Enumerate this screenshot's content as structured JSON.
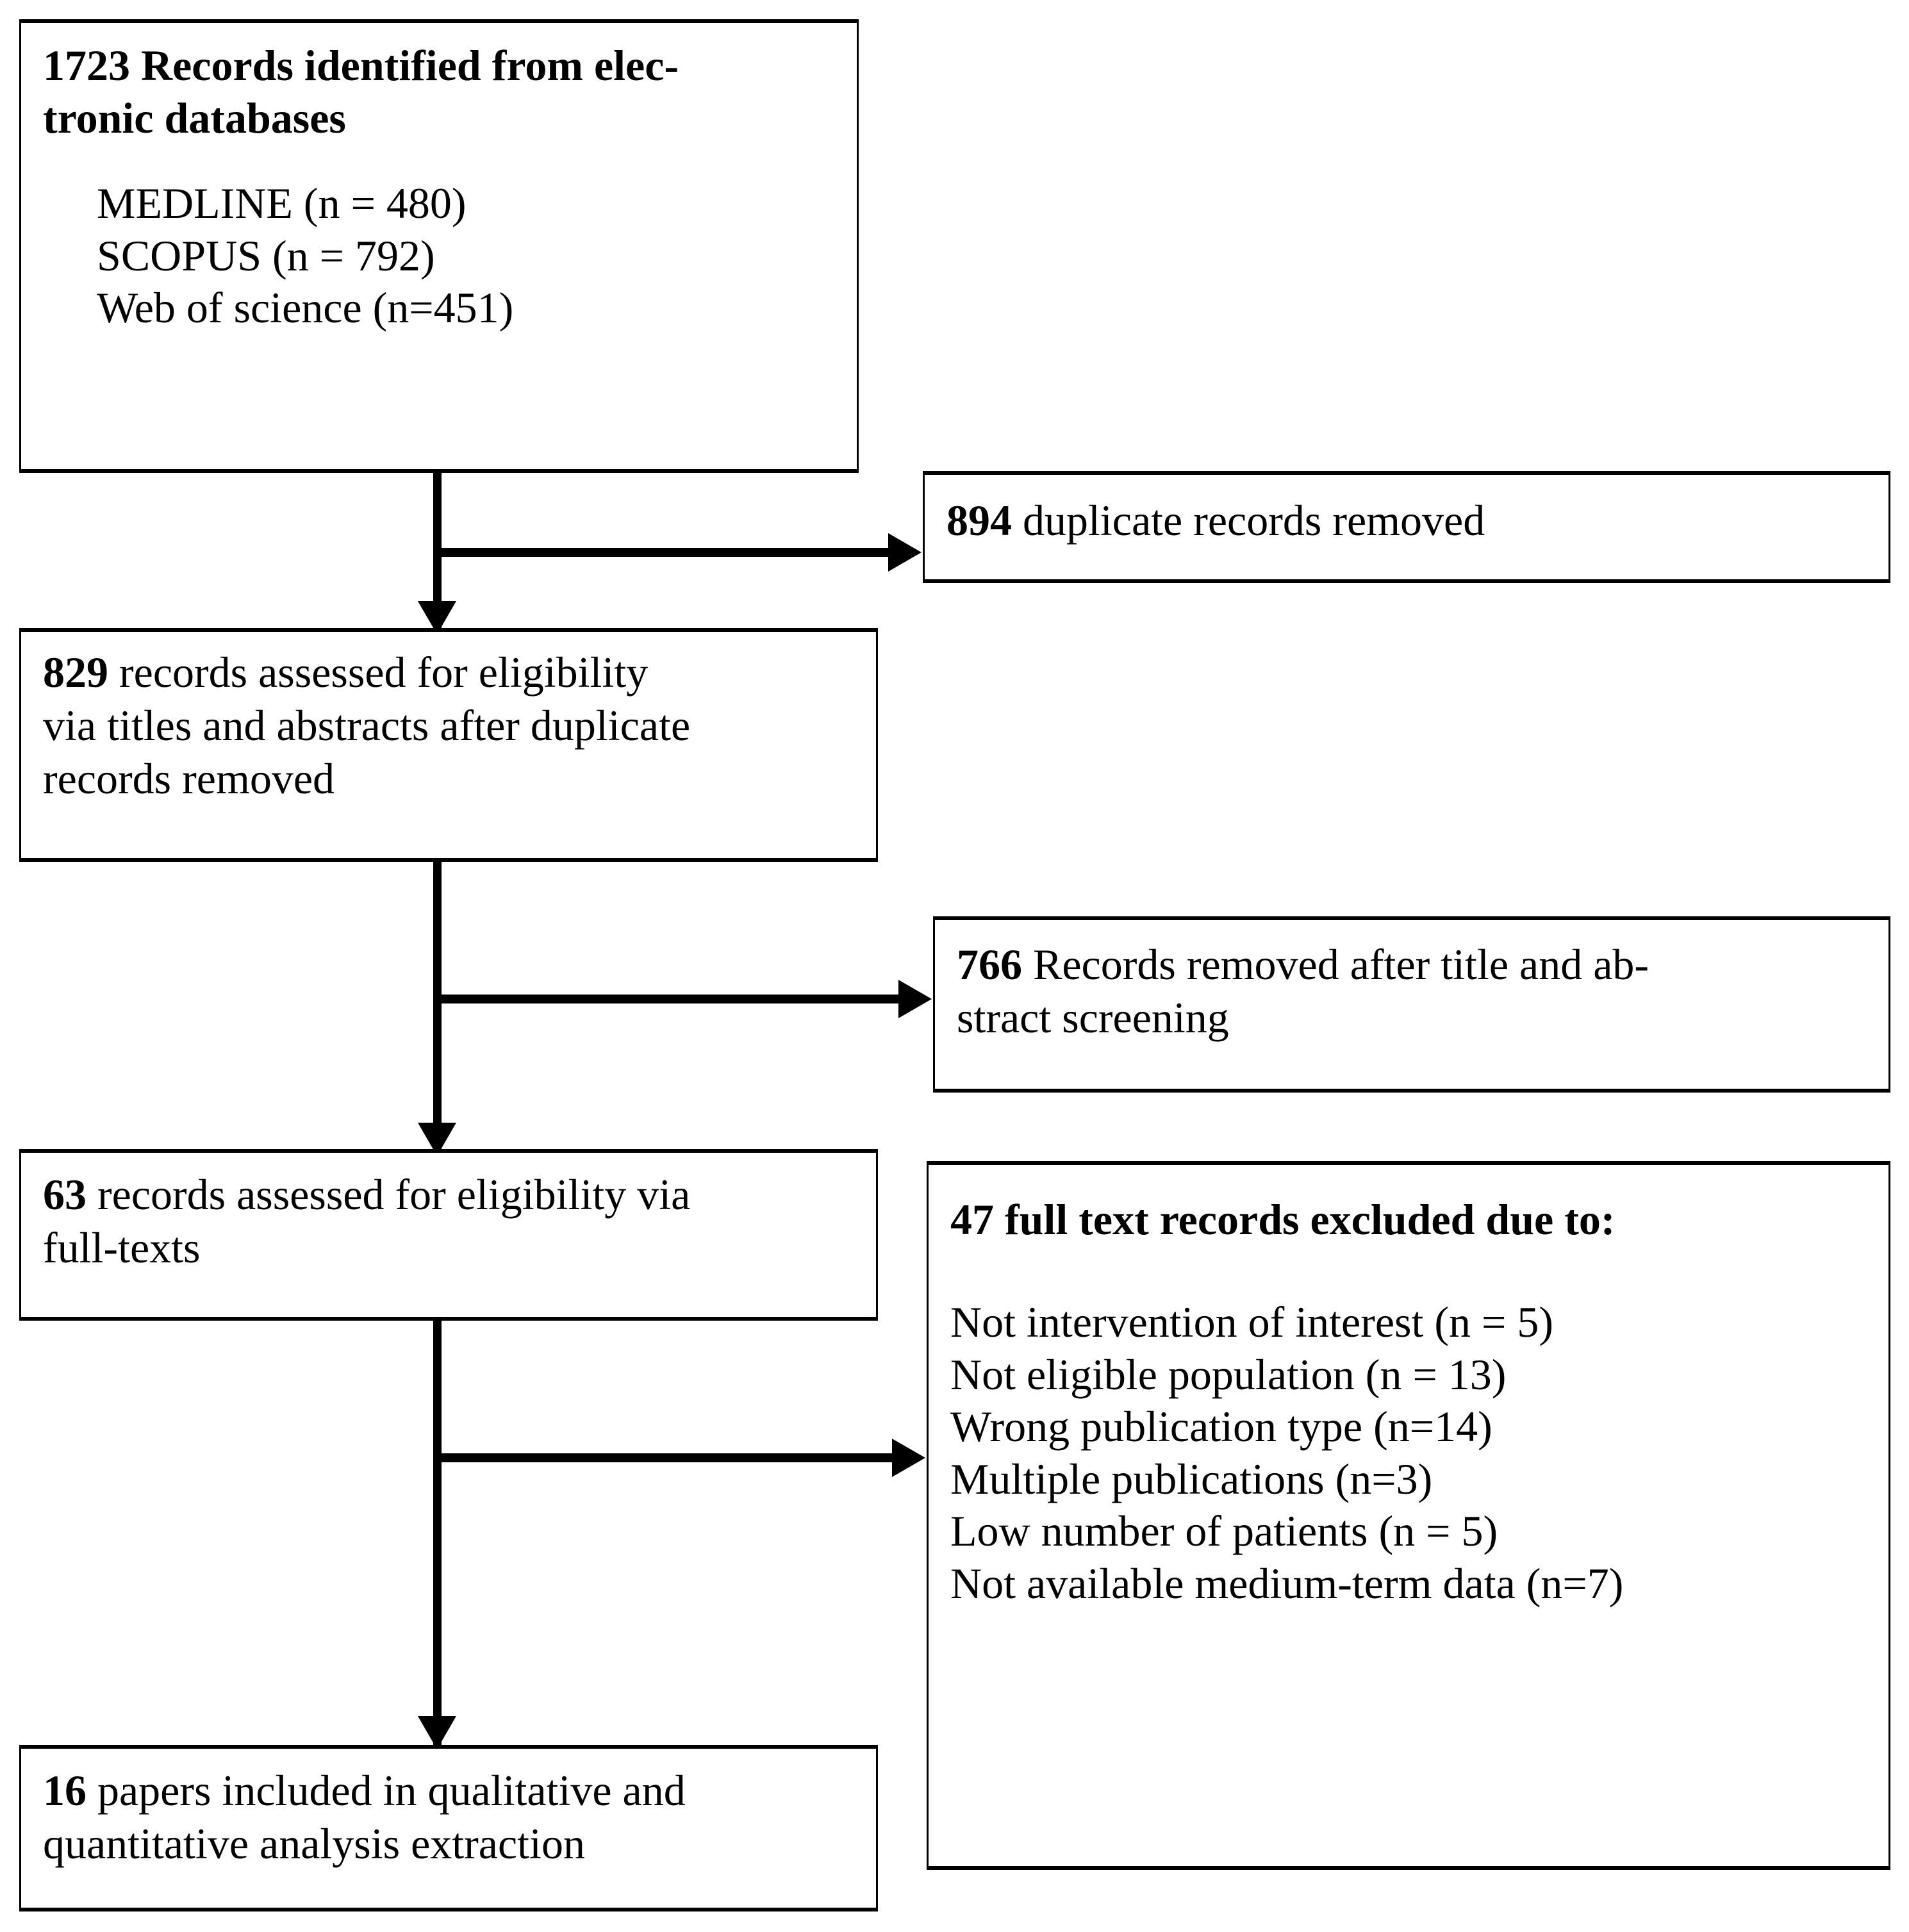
{
  "diagram": {
    "type": "prisma-flow-diagram",
    "identification_box": {
      "lead": "1723",
      "title": "Records identified from elec-",
      "title_line2": "tronic databases",
      "sources": [
        "MEDLINE (n = 480)",
        "SCOPUS (n = 792)",
        "Web of science (n=451)"
      ]
    },
    "duplicates_removed_box": {
      "lead": "894",
      "text": "duplicate records removed"
    },
    "screening_box": {
      "lead": "829",
      "line1": "records assessed for eligibility",
      "line2": "via titles and abstracts after duplicate",
      "line3": "records removed"
    },
    "title_abstract_removed_box": {
      "lead": "766",
      "line1": "Records removed after title and ab-",
      "line2": "stract screening"
    },
    "fulltext_box": {
      "lead": "63",
      "line1": "records assessed for eligibility via",
      "line2": "full-texts"
    },
    "excluded_box": {
      "heading": "47 full text records excluded due to:",
      "reasons": [
        "Not intervention of interest (n = 5)",
        "Not eligible population (n = 13)",
        "Wrong publication type (n=14)",
        "Multiple publications (n=3)",
        "Low number of patients (n = 5)",
        "Not available medium-term data (n=7)"
      ]
    },
    "included_box": {
      "lead": "16",
      "line1": "papers included in qualitative and",
      "line2": "quantitative analysis extraction"
    },
    "colors": {
      "stroke": "#000000",
      "fill": "#ffffff",
      "text": "#000000"
    }
  }
}
